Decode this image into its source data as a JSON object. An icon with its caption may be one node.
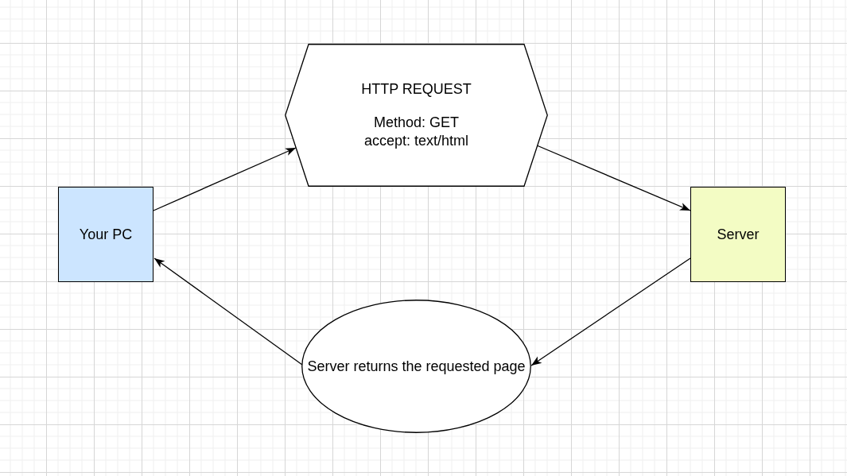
{
  "diagram": {
    "nodes": [
      {
        "text": [
          "Your PC"
        ]
      },
      {
        "text": [
          "HTTP REQUEST",
          "Method: GET",
          "accept: text/html"
        ]
      },
      {
        "text": [
          "Server"
        ]
      },
      {
        "text": [
          "Server returns the requested page"
        ]
      }
    ],
    "edges": [
      {
        "from": 0,
        "to": 1,
        "arrow": "to"
      },
      {
        "from": 1,
        "to": 2,
        "arrow": "to"
      },
      {
        "from": 2,
        "to": 3,
        "arrow": "to"
      },
      {
        "from": 3,
        "to": 0,
        "arrow": "to"
      }
    ]
  }
}
